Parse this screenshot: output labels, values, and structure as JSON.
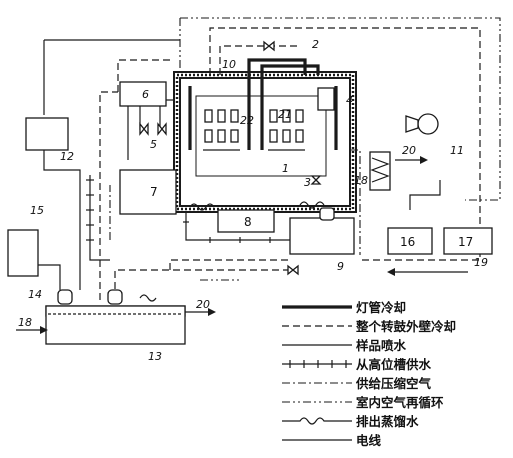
{
  "labels": {
    "n1": "1",
    "n2": "2",
    "n3": "3",
    "n4": "4",
    "n5": "5",
    "n6": "6",
    "n7": "7",
    "n8": "8",
    "n9": "9",
    "n10": "10",
    "n11": "11",
    "n12": "12",
    "n13": "13",
    "n14": "14",
    "n15": "15",
    "n16": "16",
    "n17": "17",
    "n18a": "18",
    "n18b": "18",
    "n19": "19",
    "n20a": "20",
    "n20b": "20",
    "n21": "21",
    "n22": "22"
  },
  "legend": {
    "items": [
      {
        "label": "灯管冷却"
      },
      {
        "label": "整个转鼓外壁冷却"
      },
      {
        "label": "样品喷水"
      },
      {
        "label": "从高位槽供水"
      },
      {
        "label": "供给压缩空气"
      },
      {
        "label": "室内空气再循环"
      },
      {
        "label": "排出蒸馏水"
      },
      {
        "label": "电线"
      }
    ]
  }
}
